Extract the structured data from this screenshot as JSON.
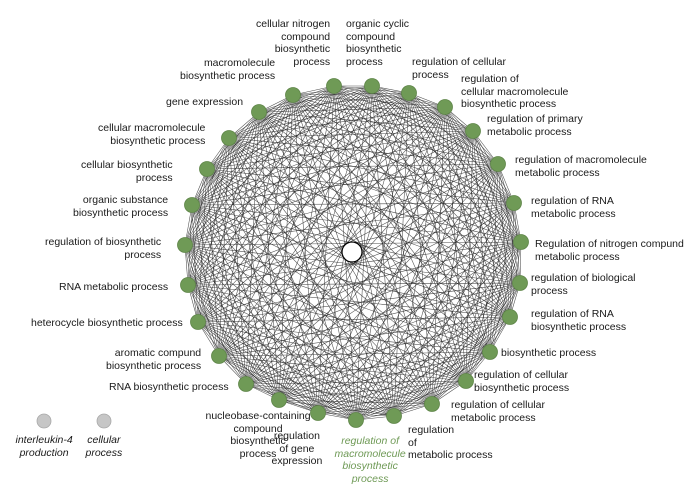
{
  "colors": {
    "node_fill": "#6f9a56",
    "node_stroke": "#5e8548",
    "edge": "#2b2b2b",
    "highlight_text": "#6f9a56",
    "legend_node": "#c6c6c6",
    "center_node": "#ffffff"
  },
  "network": {
    "center_node": {
      "name": "center-node",
      "label": ""
    },
    "nodes": [
      {
        "id": "n1",
        "label": "cellular nitrogen\ncompound\nbiosynthetic\nprocess"
      },
      {
        "id": "n2",
        "label": "organic cyclic\ncompound\nbiosynthetic\nprocess"
      },
      {
        "id": "n3",
        "label": "regulation of cellular\nprocess"
      },
      {
        "id": "n4",
        "label": "regulation of\ncellular macromolecule\nbiosynthetic process"
      },
      {
        "id": "n5",
        "label": "regulation of primary\nmetabolic process"
      },
      {
        "id": "n6",
        "label": "regulation of macromolecule\nmetabolic process"
      },
      {
        "id": "n7",
        "label": "regulation of RNA\nmetabolic process"
      },
      {
        "id": "n8",
        "label": "Regulation of nitrogen compund\nmetabolic process"
      },
      {
        "id": "n9",
        "label": "regulation of biological\nprocess"
      },
      {
        "id": "n10",
        "label": "regulation of RNA\nbiosynthetic process"
      },
      {
        "id": "n11",
        "label": "biosynthetic process"
      },
      {
        "id": "n12",
        "label": "regulation of cellular\nbiosynthetic process"
      },
      {
        "id": "n13",
        "label": "regulation of cellular\nmetabolic process"
      },
      {
        "id": "n14",
        "label": "regulation\nof\nmetabolic process"
      },
      {
        "id": "n15",
        "label": "regulation of\nmacromolecule\nbiosynthetic\nprocess",
        "highlight": true
      },
      {
        "id": "n16",
        "label": "regulation\nof gene\nexpression"
      },
      {
        "id": "n17",
        "label": "nucleobase-containing\ncompound\nbiosynthetic\nprocess"
      },
      {
        "id": "n18",
        "label": "RNA biosynthetic process"
      },
      {
        "id": "n19",
        "label": "aromatic compund\nbiosynthetic process"
      },
      {
        "id": "n20",
        "label": "heterocycle biosynthetic process"
      },
      {
        "id": "n21",
        "label": "RNA metabolic process"
      },
      {
        "id": "n22",
        "label": "regulation of biosynthetic\nprocess"
      },
      {
        "id": "n23",
        "label": "organic substance\nbiosynthetic process"
      },
      {
        "id": "n24",
        "label": "cellular biosynthetic\nprocess"
      },
      {
        "id": "n25",
        "label": "cellular macromolecule\nbiosynthetic process"
      },
      {
        "id": "n26",
        "label": "gene expression"
      },
      {
        "id": "n27",
        "label": "macromolecule\nbiosynthetic process"
      }
    ]
  },
  "legend": [
    {
      "id": "lg1",
      "label": "interleukin-4\nproduction"
    },
    {
      "id": "lg2",
      "label": "cellular\nprocess"
    }
  ]
}
